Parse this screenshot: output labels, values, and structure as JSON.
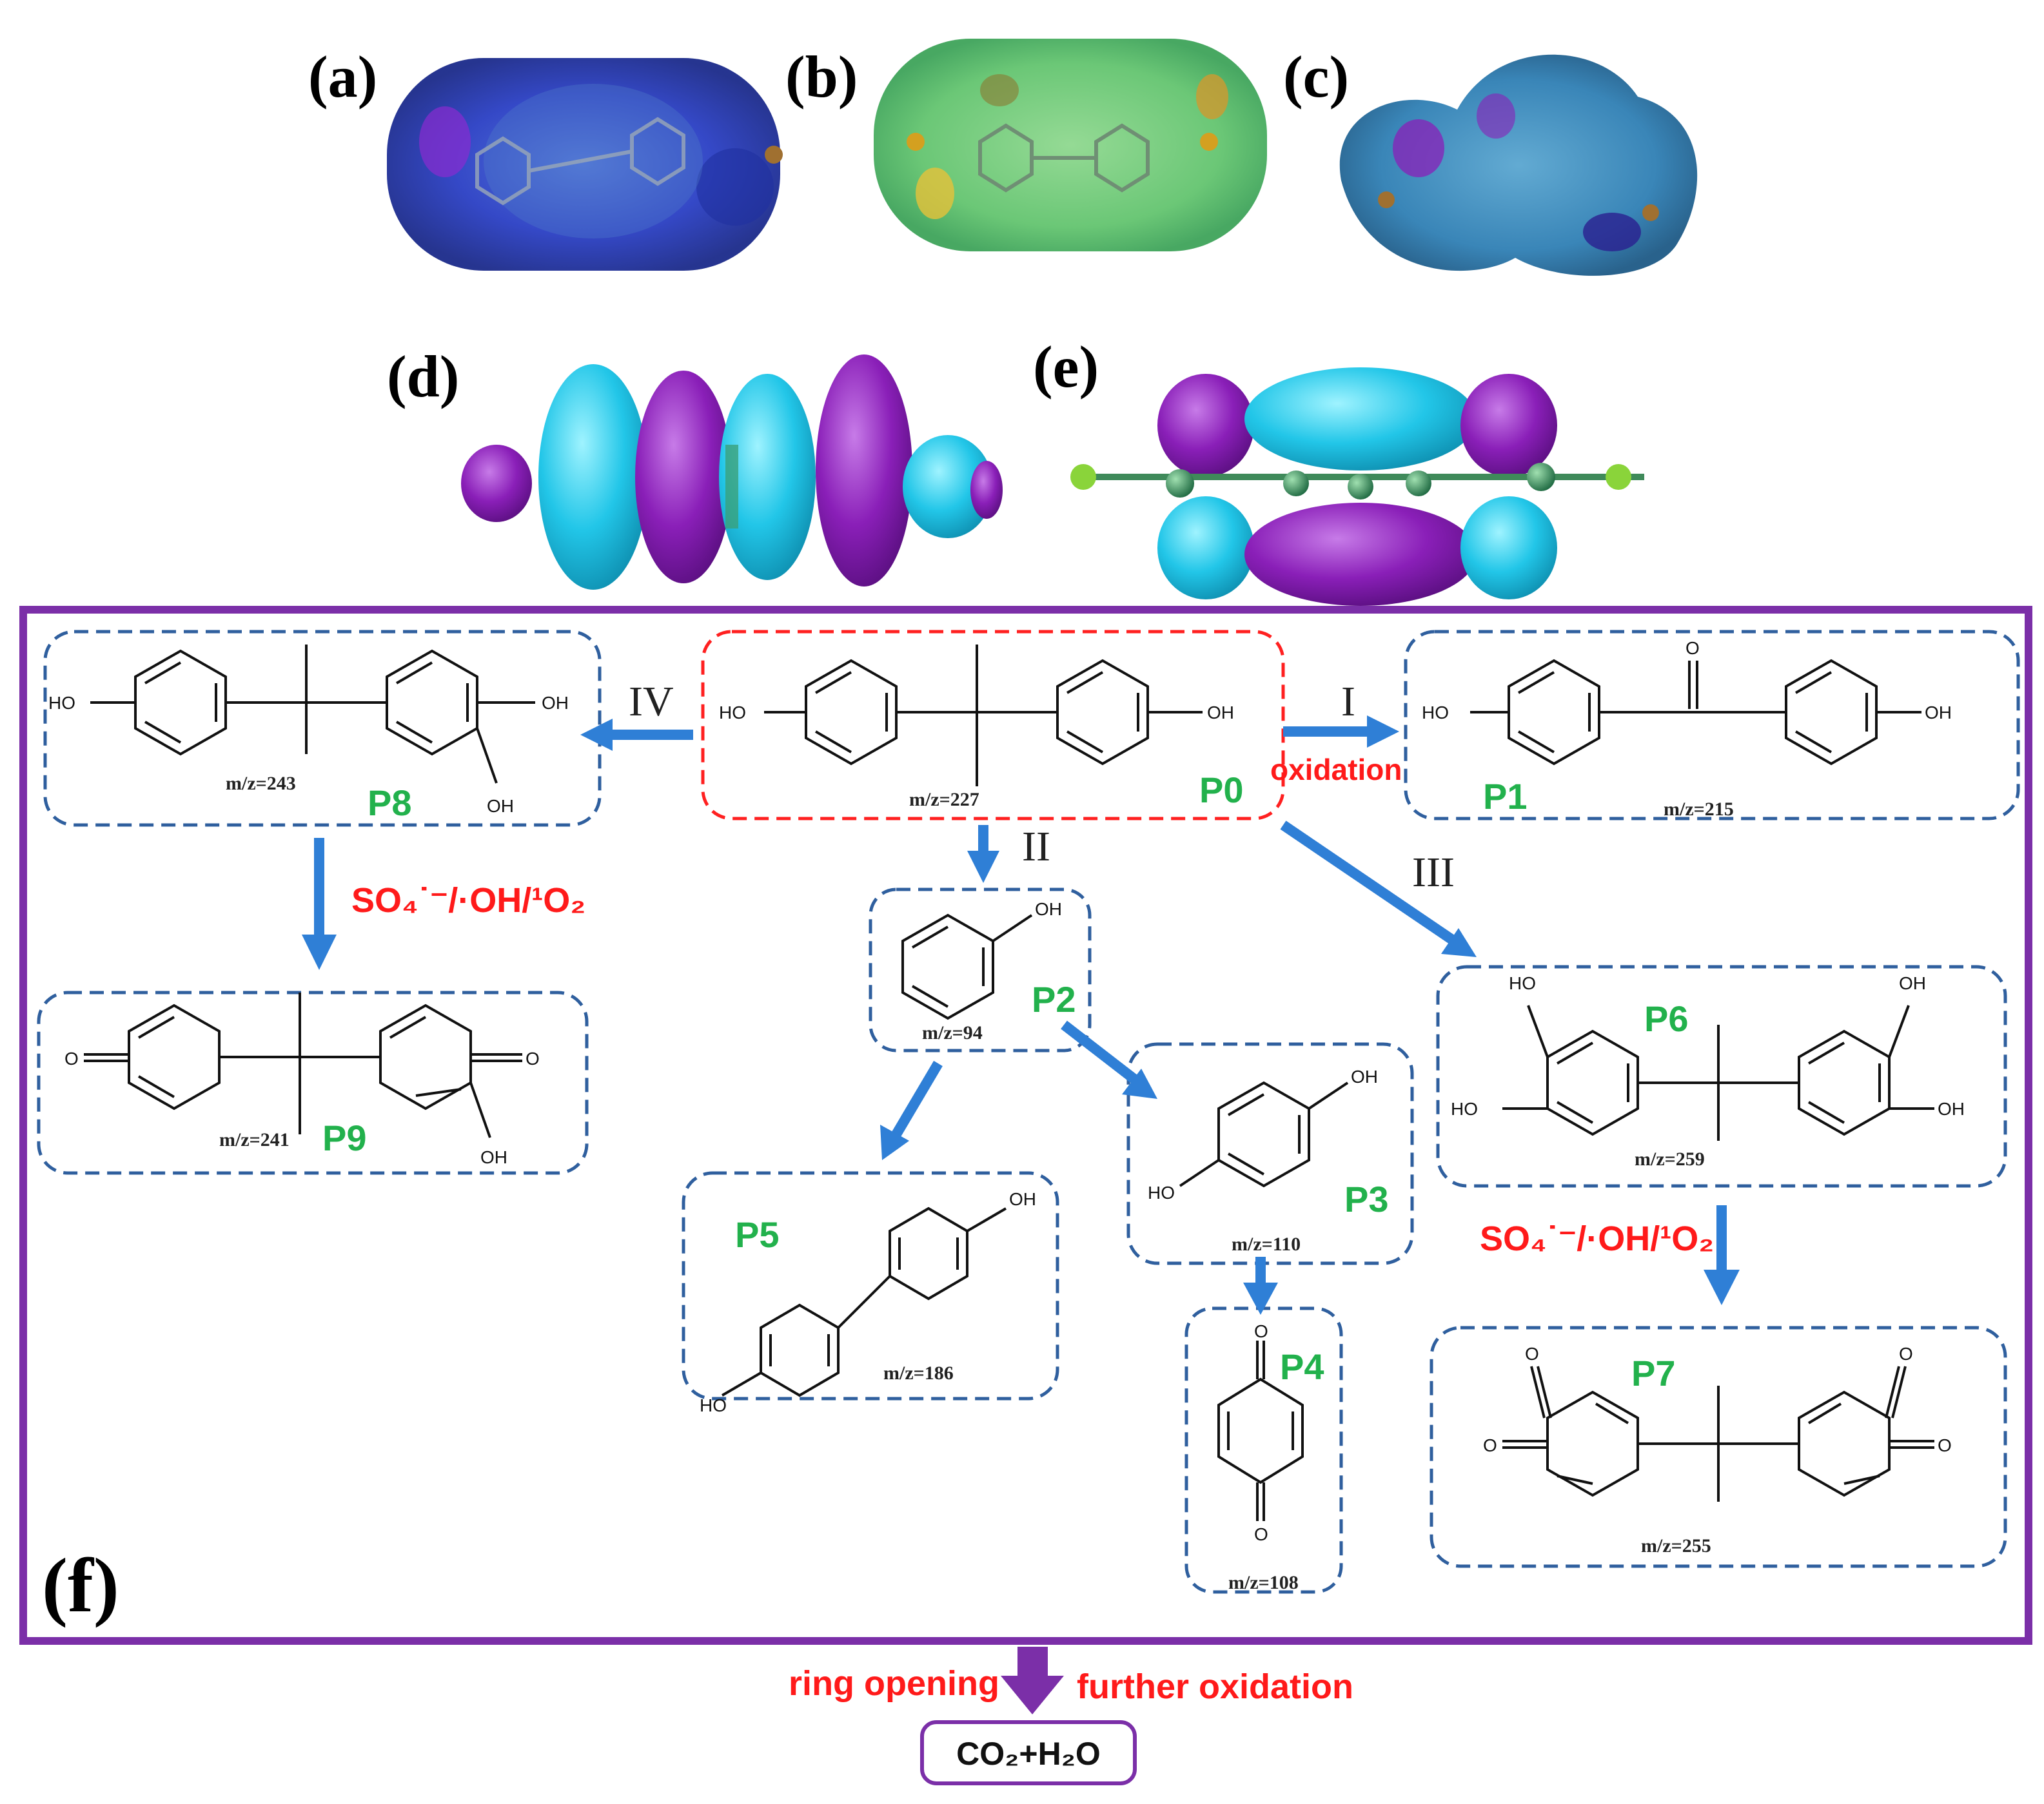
{
  "panels": {
    "a": "(a)",
    "b": "(b)",
    "c": "(c)",
    "d": "(d)",
    "e": "(e)",
    "f": "(f)"
  },
  "products": {
    "P0": {
      "name": "P0",
      "mz": "m/z=227"
    },
    "P1": {
      "name": "P1",
      "mz": "m/z=215"
    },
    "P2": {
      "name": "P2",
      "mz": "m/z=94"
    },
    "P3": {
      "name": "P3",
      "mz": "m/z=110"
    },
    "P4": {
      "name": "P4",
      "mz": "m/z=108"
    },
    "P5": {
      "name": "P5",
      "mz": "m/z=186"
    },
    "P6": {
      "name": "P6",
      "mz": "m/z=259"
    },
    "P7": {
      "name": "P7",
      "mz": "m/z=255"
    },
    "P8": {
      "name": "P8",
      "mz": "m/z=243"
    },
    "P9": {
      "name": "P9",
      "mz": "m/z=241"
    }
  },
  "atoms": {
    "oh": "OH",
    "ho": "HO",
    "o": "O"
  },
  "pathways": {
    "I": "I",
    "II": "II",
    "III": "III",
    "IV": "IV"
  },
  "labels": {
    "oxidation": "oxidation",
    "oxidant_left": "SO₄˙⁻/·OH/¹O₂",
    "oxidant_right": "SO₄˙⁻/·OH/¹O₂",
    "ring_opening": "ring opening",
    "further_oxidation": "further oxidation",
    "final_product": "CO₂+H₂O"
  },
  "colors": {
    "frame": "#7b2fa8",
    "box_dash": "#2f5f9e",
    "p0_dash": "#ff2020",
    "arrow": "#2f7fd6",
    "product_name": "#22b14c",
    "red_text": "#ff1a1a",
    "orbital_cyan": "#22c6e8",
    "orbital_purple": "#8a1fb8"
  }
}
